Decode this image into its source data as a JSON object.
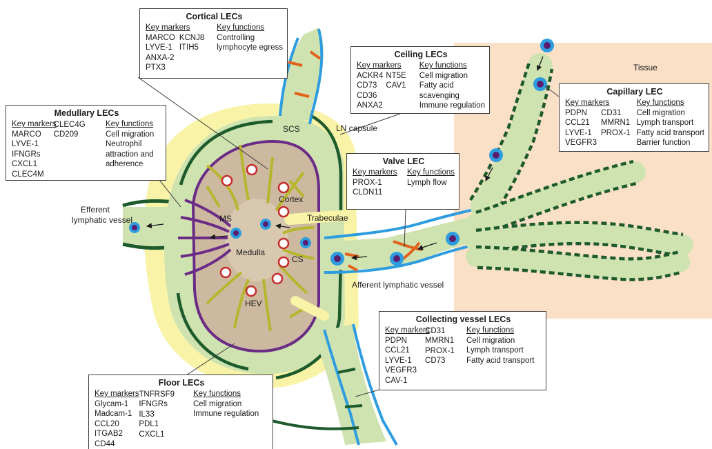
{
  "labels": {
    "tissue": "Tissue",
    "ln_capsule": "LN capsule",
    "scs": "SCS",
    "cortex": "Cortex",
    "medulla": "Medulla",
    "ms": "MS",
    "cs": "CS",
    "hev": "HEV",
    "trabeculae": "Trabeculae",
    "efferent_line1": "Efferent",
    "efferent_line2": "lymphatic vessel",
    "afferent": "Afferent lymphatic vessel"
  },
  "common": {
    "key_markers": "Key markers",
    "key_functions": "Key functions"
  },
  "boxes": {
    "cortical": {
      "title": "Cortical LECs",
      "markers_a": [
        "MARCO",
        "LYVE-1",
        "ANXA-2",
        "PTX3"
      ],
      "markers_b": [
        "KCNJ8",
        "ITIH5"
      ],
      "functions": [
        "Controlling",
        "lymphocyte egress"
      ]
    },
    "medullary": {
      "title": "Medullary LECs",
      "markers_a": [
        "MARCO",
        "LYVE-1",
        "IFNGRs",
        "CXCL1",
        "CLEC4M"
      ],
      "markers_b": [
        "CLEC4G",
        "CD209"
      ],
      "functions": [
        "Cell migration",
        "Neutrophil",
        "attraction and",
        "adherence"
      ]
    },
    "ceiling": {
      "title": "Ceiling LECs",
      "markers_a": [
        "ACKR4",
        "CD73",
        "CD36",
        "ANXA2"
      ],
      "markers_b": [
        "NT5E",
        "CAV1"
      ],
      "functions": [
        "Cell migration",
        "Fatty acid",
        "scavenging",
        "Immune regulation"
      ]
    },
    "capillary": {
      "title": "Capillary LEC",
      "markers_a": [
        "PDPN",
        "CCL21",
        "LYVE-1",
        "VEGFR3"
      ],
      "markers_b": [
        "CD31",
        "MMRN1",
        "PROX-1"
      ],
      "functions": [
        "Cell migration",
        "Lymph transport",
        "Fatty acid transport",
        "Barrier function"
      ]
    },
    "valve": {
      "title": "Valve LEC",
      "markers_a": [
        "PROX-1",
        "CLDN11"
      ],
      "markers_b": [],
      "functions": [
        "Lymph flow"
      ]
    },
    "collecting": {
      "title": "Collecting vessel LECs",
      "markers_a": [
        "PDPN",
        "CCL21",
        "LYVE-1",
        "VEGFR3",
        "CAV-1"
      ],
      "markers_b": [
        "CD31",
        "MMRN1",
        "PROX-1",
        "CD73"
      ],
      "functions": [
        "Cell migration",
        "Lymph transport",
        "Fatty acid transport"
      ]
    },
    "floor": {
      "title": "Floor LECs",
      "markers_a": [
        "Glycam-1",
        "Madcam-1",
        "CCL20",
        "ITGAB2",
        "CD44"
      ],
      "markers_b": [
        "TNFRSF9",
        "IFNGRs",
        "IL33",
        "PDL1",
        "CXCL1"
      ],
      "functions": [
        "Cell migration",
        "Immune regulation"
      ]
    }
  },
  "colors": {
    "tissue_bg": "#fbe0c8",
    "capsule": "#f9f3a8",
    "lymph": "#cfe3b0",
    "core": "#cdb9a0",
    "dark_green": "#1d5a2c",
    "blue": "#2e9de0",
    "purple": "#6a2c86",
    "olive": "#b8b62e",
    "orange": "#e2621c",
    "hev": "#c62a2a",
    "cell_outer": "#2e9de0",
    "cell_inner": "#5a1d70"
  }
}
